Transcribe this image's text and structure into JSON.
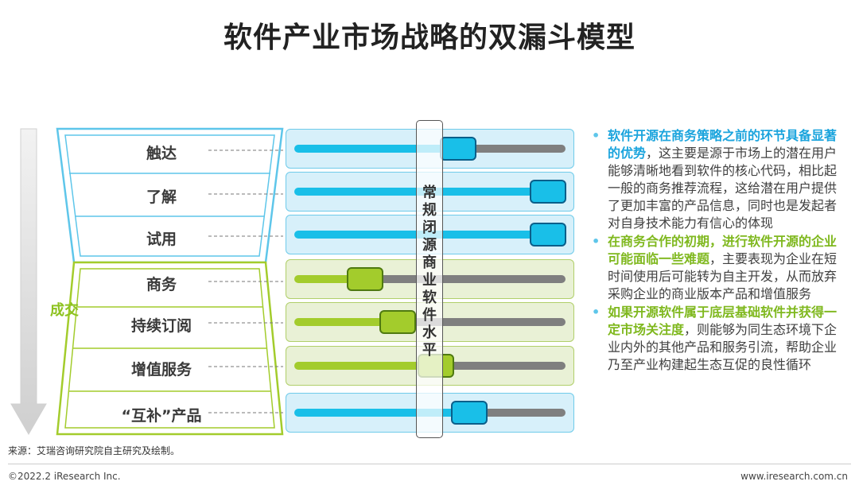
{
  "title": "软件产业市场战略的双漏斗模型",
  "funnel": {
    "stages": [
      "触达",
      "了解",
      "试用",
      "商务",
      "持续订阅",
      "增值服务",
      "“互补”产品"
    ],
    "deal_label": "成交"
  },
  "bars": [
    {
      "stage": "触达",
      "color": "blue",
      "level": 0.6
    },
    {
      "stage": "了解",
      "color": "blue",
      "level": 0.93
    },
    {
      "stage": "试用",
      "color": "blue",
      "level": 0.93
    },
    {
      "stage": "商务",
      "color": "green",
      "level": 0.26
    },
    {
      "stage": "持续订阅",
      "color": "green",
      "level": 0.38
    },
    {
      "stage": "增值服务",
      "color": "green",
      "level": 0.52
    },
    {
      "stage": "“互补”产品",
      "color": "blue",
      "level": 0.64
    }
  ],
  "vertical_band": {
    "label": "常规闭源商业软件水平",
    "level": 0.52
  },
  "notes": [
    {
      "bullet": "•",
      "highlight": "软件开源在商务策略之前的环节具备显著的优势",
      "text": "，这主要是源于市场上的潜在用户能够清晰地看到软件的核心代码，相比起一般的商务推荐流程，这给潜在用户提供了更加丰富的产品信息，同时也是发起者对自身技术能力有信心的体现"
    },
    {
      "bullet": "•",
      "highlight": "在商务合作的初期，进行软件开源的企业可能面临一些难题",
      "text": "，主要表现为企业在短时间使用后可能转为自主开发，从而放弃采购企业的商业版本产品和增值服务"
    },
    {
      "bullet": "•",
      "highlight": "如果开源软件属于底层基础软件并获得一定市场关注度",
      "text": "，则能够为同生态环境下企业内外的其他产品和服务引流，帮助企业乃至产业构建起生态互促的良性循环"
    }
  ],
  "colors": {
    "blue_accent": "#19bfe8",
    "green_accent": "#a3cc2c",
    "note_blue": "#1ba4dd",
    "note_green": "#7fb81e",
    "bar_grey": "#7f7f7f"
  },
  "footer": {
    "source": "来源：艾瑞咨询研究院自主研究及绘制。",
    "copyright": "©2022.2 iResearch Inc.",
    "url": "www.iresearch.com.cn"
  }
}
